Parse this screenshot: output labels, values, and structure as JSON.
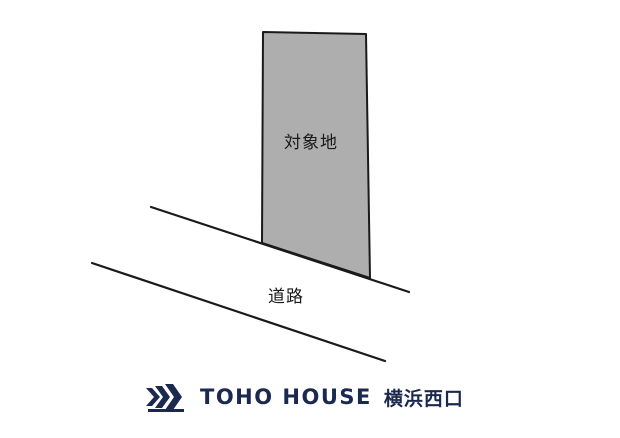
{
  "diagram": {
    "site_label": "対象地",
    "road_label": "道路",
    "site_fill_color": "#aeaeae",
    "line_color": "#1a1a1a"
  },
  "brand": {
    "name": "TOHO HOUSE",
    "branch": "横浜西口",
    "color": "#1b2850",
    "logo_icon": "stripe-chevron-logo-icon"
  }
}
